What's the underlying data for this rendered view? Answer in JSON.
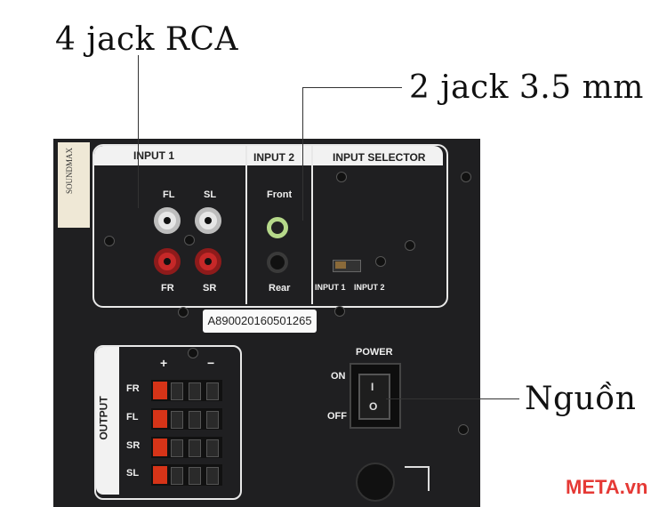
{
  "callouts": {
    "rca": "4 jack RCA",
    "jack35": "2 jack 3.5 mm",
    "power": "Nguồn"
  },
  "panel": {
    "input1_title": "INPUT 1",
    "input2_title": "INPUT 2",
    "selector_title": "INPUT SELECTOR",
    "fl": "FL",
    "sl": "SL",
    "fr": "FR",
    "sr": "SR",
    "front": "Front",
    "rear": "Rear",
    "sel_input1": "INPUT 1",
    "sel_input2": "INPUT 2",
    "serial": "A890020160501265",
    "output_title": "OUTPUT",
    "plus": "+",
    "minus": "−",
    "out_rows": [
      "FR",
      "FL",
      "SR",
      "SL"
    ],
    "power_title": "POWER",
    "on": "ON",
    "off": "OFF",
    "rocker_on_mark": "I",
    "rocker_off_mark": "O"
  },
  "sticker_text": "SOUNDMAX",
  "watermark": "META.vn",
  "colors": {
    "panel": "#1f1f21",
    "rca_red": "#c62828",
    "rca_white": "#e6e6e6",
    "jack_green": "#b6d98a",
    "terminal_red": "#d63418",
    "watermark": "#e53935"
  }
}
